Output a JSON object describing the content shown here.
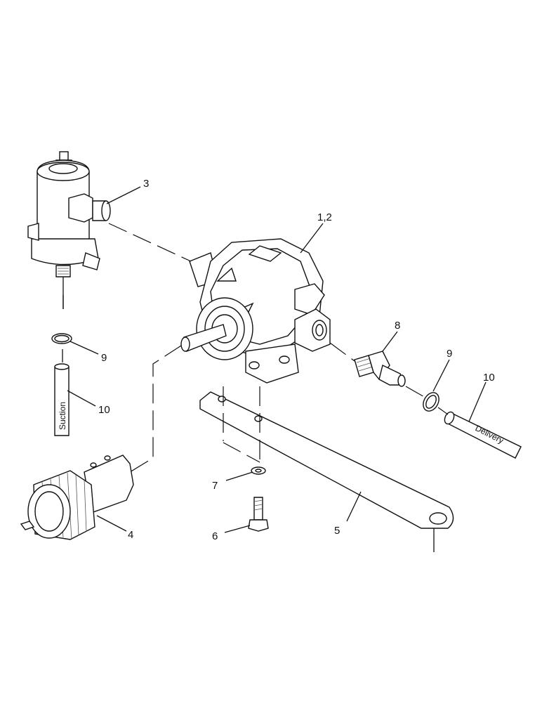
{
  "callouts": {
    "pump": "1,2",
    "filter": "3",
    "handle": "4",
    "bracket": "5",
    "bolt": "6",
    "washer": "7",
    "fitting": "8",
    "clip_suction": "9",
    "clip_delivery": "9",
    "hose_suction": "10",
    "hose_delivery": "10"
  },
  "hose_labels": {
    "suction": "Suction",
    "delivery": "Delivery"
  },
  "colors": {
    "line": "#111111",
    "background": "#ffffff"
  }
}
